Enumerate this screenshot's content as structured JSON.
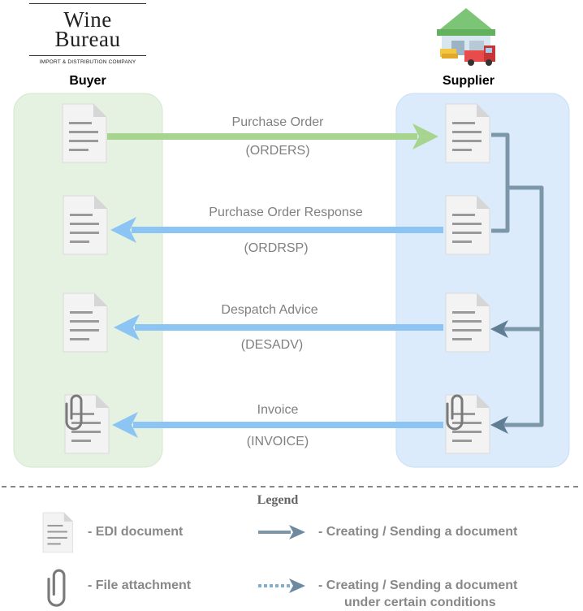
{
  "logo": {
    "line1": "Wine",
    "line2": "Bureau",
    "tagline": "IMPORT & DISTRIBUTION COMPANY"
  },
  "parties": {
    "buyer": "Buyer",
    "supplier": "Supplier"
  },
  "messages": [
    {
      "name": "Purchase Order",
      "code": "(ORDERS)",
      "direction": "buyer-to-supplier",
      "color": "#a7d48e",
      "attachment": false
    },
    {
      "name": "Purchase Order Response",
      "code": "(ORDRSP)",
      "direction": "supplier-to-buyer",
      "color": "#8cc5f3",
      "attachment": false
    },
    {
      "name": "Despatch Advice",
      "code": "(DESADV)",
      "direction": "supplier-to-buyer",
      "color": "#8cc5f3",
      "attachment": false
    },
    {
      "name": "Invoice",
      "code": "(INVOICE)",
      "direction": "supplier-to-buyer",
      "color": "#8cc5f3",
      "attachment": true
    }
  ],
  "legend": {
    "title": "Legend",
    "items": [
      {
        "icon": "edi-document-icon",
        "label": "- EDI document"
      },
      {
        "icon": "paperclip-icon",
        "label": "- File attachment"
      },
      {
        "icon": "solid-arrow-icon",
        "label": "- Creating / Sending a document"
      },
      {
        "icon": "dotted-arrow-icon",
        "label_line1": "- Creating / Sending a document",
        "label_line2": "under certain conditions"
      }
    ]
  },
  "colors": {
    "buyer_panel": "#e5f2e1",
    "supplier_panel": "#dcebfb",
    "flow_connector": "#7d97aa",
    "po_arrow": "#a7d48e",
    "response_arrow": "#8cc5f3"
  }
}
